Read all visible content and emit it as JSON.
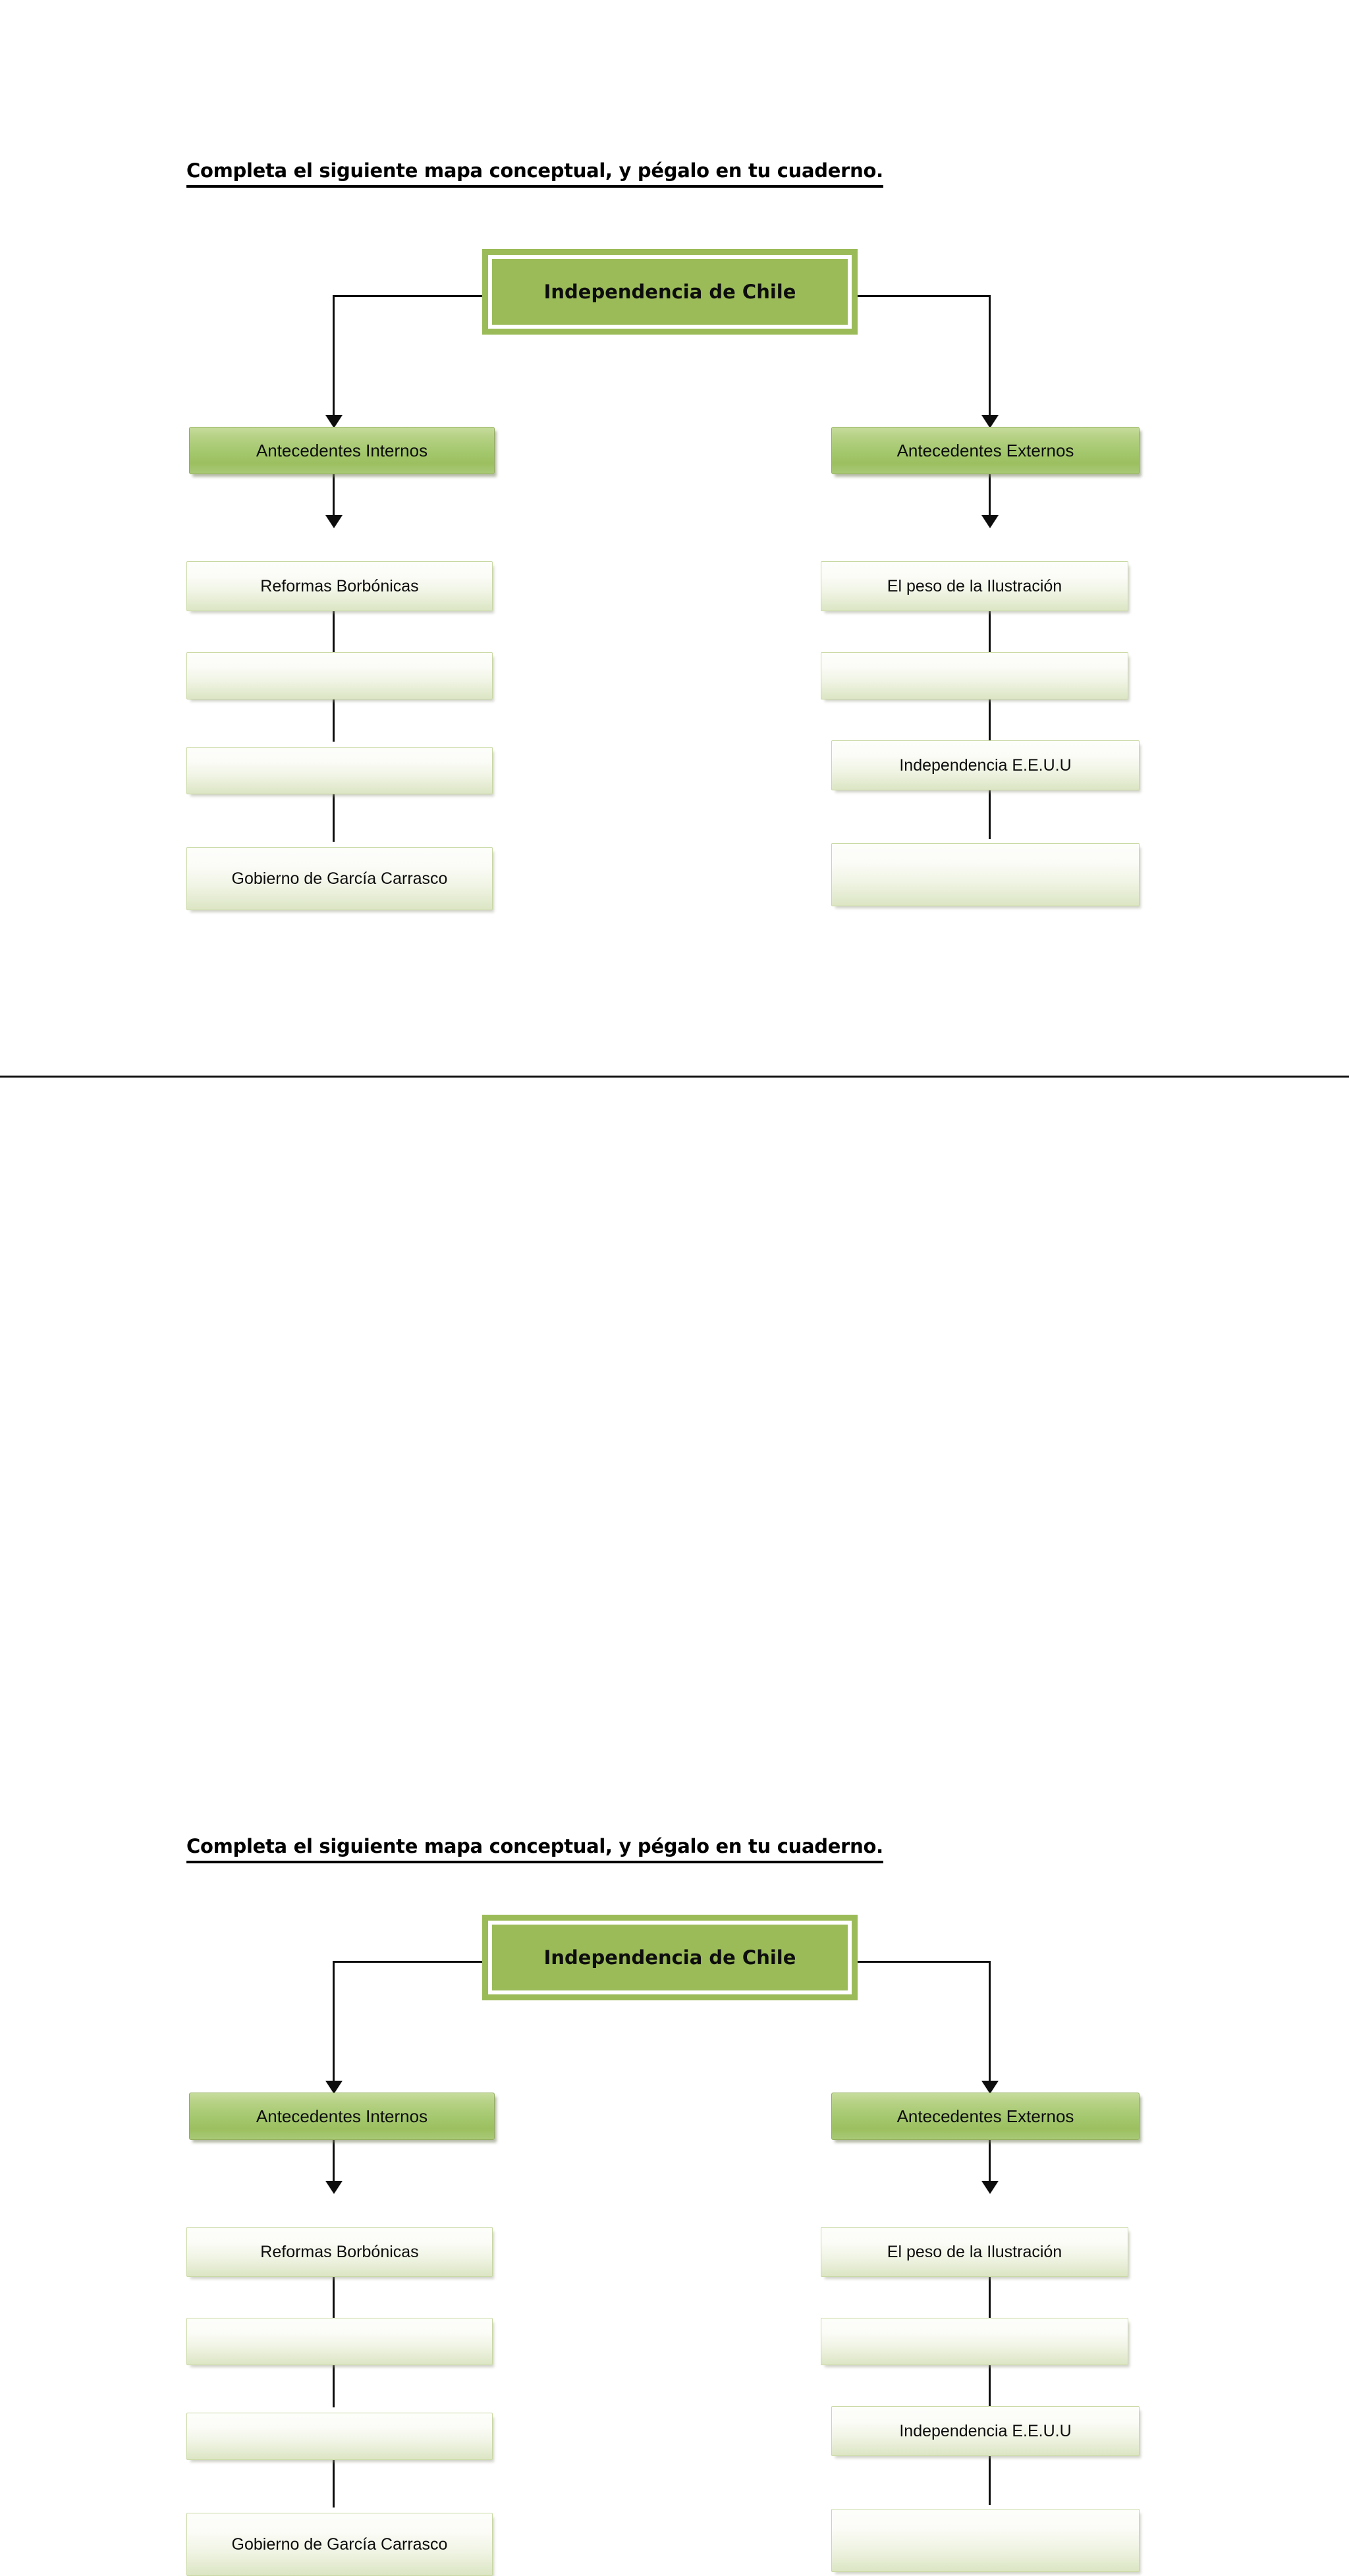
{
  "document": {
    "title": "Completa el siguiente mapa conceptual, y pégalo en tu cuaderno.",
    "sections": [
      {
        "heading": "Completa el siguiente mapa conceptual, y pégalo en tu cuaderno.",
        "root": "Independencia de Chile",
        "left_branch": {
          "header": "Antecedentes Internos",
          "items": [
            "Reformas Borbónicas",
            "",
            "",
            "Gobierno de García Carrasco"
          ]
        },
        "right_branch": {
          "header": "Antecedentes Externos",
          "items": [
            "El peso de la Ilustración",
            "",
            "Independencia E.E.U.U",
            ""
          ]
        }
      },
      {
        "heading": "Completa el siguiente mapa conceptual, y pégalo en tu cuaderno.",
        "root": "Independencia de Chile",
        "left_branch": {
          "header": "Antecedentes Internos",
          "items": [
            "Reformas Borbónicas",
            "",
            "",
            "Gobierno de García Carrasco"
          ]
        },
        "right_branch": {
          "header": "Antecedentes Externos",
          "items": [
            "El peso de la Ilustración",
            "",
            "Independencia E.E.U.U",
            ""
          ]
        }
      }
    ],
    "colors": {
      "root_fill": "#9bbb59",
      "root_inner_border": "#ffffff",
      "green_box_top": "#c6dc9c",
      "green_box_bottom": "#9cbf60",
      "green_box_border": "#93ad5e",
      "pale_box_top": "#fdfefb",
      "pale_box_bottom": "#dce5c4",
      "pale_box_border": "#c8d8a2",
      "connector": "#0d0d0d",
      "divider": "#0d0d0d",
      "text": "#000000",
      "page_background": "#ffffff"
    }
  }
}
